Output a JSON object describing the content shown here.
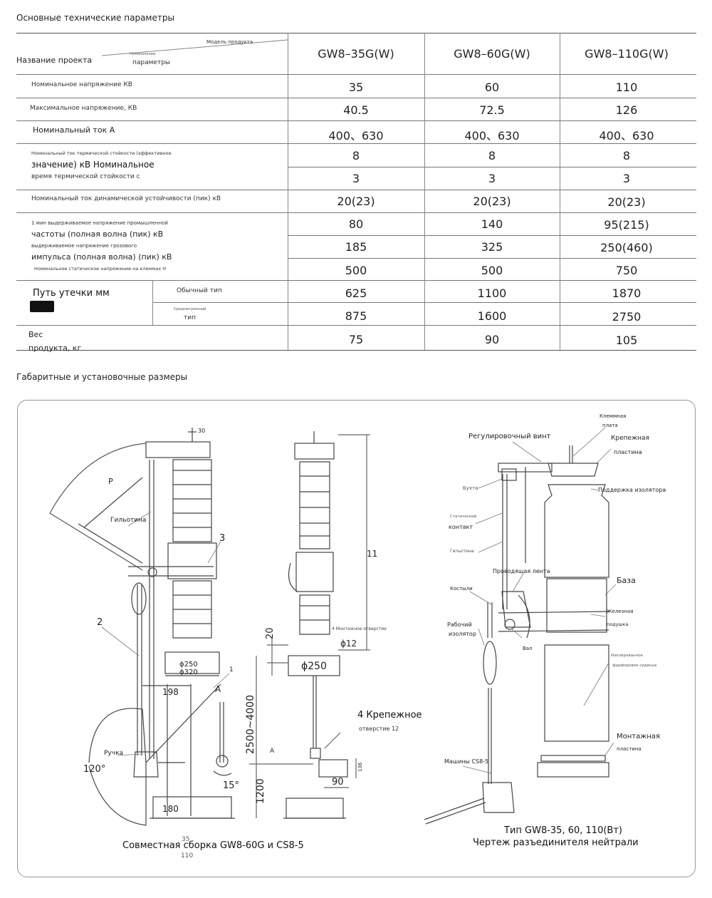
{
  "section_titles": {
    "params": "Основные технические параметры",
    "dims": "Габаритные и установочные размеры"
  },
  "table": {
    "header_model": "Модель продукта",
    "header_small": "Номинальные",
    "header_params": "параметры",
    "header_project": "Название проекта",
    "models": [
      "GW8–35G(W)",
      "GW8–60G(W)",
      "GW8–110G(W)"
    ],
    "rows": [
      {
        "label": "Номинальное напряжение КВ",
        "values": [
          "35",
          "60",
          "110"
        ]
      },
      {
        "label": "Максимальное напряжение, КВ",
        "values": [
          "40.5",
          "72.5",
          "126"
        ]
      },
      {
        "label": "Номинальный ток А",
        "values": [
          "400、630",
          "400、630",
          "400、630"
        ]
      },
      {
        "label": "Номинальный ток термической стойкости (эффективное",
        "label2": "значение) кВ Номинальное",
        "values": [
          "8",
          "8",
          "8"
        ]
      },
      {
        "label": "время термической стойкости с",
        "values": [
          "3",
          "3",
          "3"
        ]
      },
      {
        "label": "Номинальный ток динамической устойчивости (пик) кВ",
        "values": [
          "20(23)",
          "20(23)",
          "20(23)"
        ]
      },
      {
        "label": "1 мин выдерживаемое напряжение промышленной",
        "label2": "частоты (полная волна (пик) кВ",
        "values": [
          "80",
          "140",
          "95(215)"
        ]
      },
      {
        "label": "выдерживаемое напряжение грозового",
        "label2": "импульса (полная волна) (пик) кВ",
        "values": [
          "185",
          "325",
          "250(460)"
        ]
      },
      {
        "label": "Номинальное статическое напряжение на клеммах Н",
        "values": [
          "500",
          "500",
          "750"
        ]
      },
      {
        "label": "Путь утечки мм",
        "sub": "Обычный тип",
        "values": [
          "625",
          "1100",
          "1870"
        ]
      },
      {
        "label": "",
        "sub": "Среднегрязный",
        "sub2": "тип",
        "values": [
          "875",
          "1600",
          "2750"
        ]
      },
      {
        "label": "Вес",
        "label2": "продукта, кг",
        "values": [
          "75",
          "90",
          "105"
        ]
      }
    ]
  },
  "drawing": {
    "left": {
      "labels": {
        "p": "P",
        "guillotine": "Гильотина",
        "n3": "3",
        "n2": "2",
        "n1": "1",
        "a": "A",
        "handle": "Ручка",
        "angle120": "120°",
        "angle15": "15°",
        "d250": "ϕ250",
        "d320": "ϕ320",
        "dim198": "198",
        "dim180": "180",
        "dim30": "30"
      },
      "caption": "Совместная сборка GW8-60G и CS8-5",
      "under35": "35",
      "under110": "110"
    },
    "middle": {
      "labels": {
        "h11": "11",
        "holes4": "4 Монтажное отверстие",
        "d12": "ϕ12",
        "d250": "ϕ250",
        "dim20": "20",
        "dim2500": "2500~4000",
        "dim1200": "1200",
        "fix_title": "4 Крепежное",
        "fix_sub": "отверстие 12",
        "a": "A",
        "dim136": "136",
        "dim90": "90"
      }
    },
    "right": {
      "labels": {
        "adj_screw": "Регулировочный винт",
        "term_plate1": "Клеммная",
        "term_plate2": "плата",
        "fix_plate1": "Крепежная",
        "fix_plate2": "пластина",
        "ins_support": "Поддержка изолятора",
        "bukhta": "Бухта",
        "static1": "Статический",
        "static2": "контакт",
        "guillotine": "Гильотина",
        "cond_tape": "Проводящая лента",
        "base": "База",
        "crutches": "Костыли",
        "iron_pad1": "Железная",
        "iron_pad2": "подушка",
        "work_ins1": "Рабочий",
        "work_ins2": "изолятор",
        "shaft": "Вал",
        "ins_porc1": "Изолированное",
        "ins_porc2": "фарфоровое сиденье",
        "mount_plate1": "Монтажная",
        "mount_plate2": "пластина",
        "machines": "Машины CS8-5"
      },
      "caption1": "Тип GW8-35, 60, 110(Вт)",
      "caption2": "Чертеж разъединителя нейтрали"
    }
  }
}
